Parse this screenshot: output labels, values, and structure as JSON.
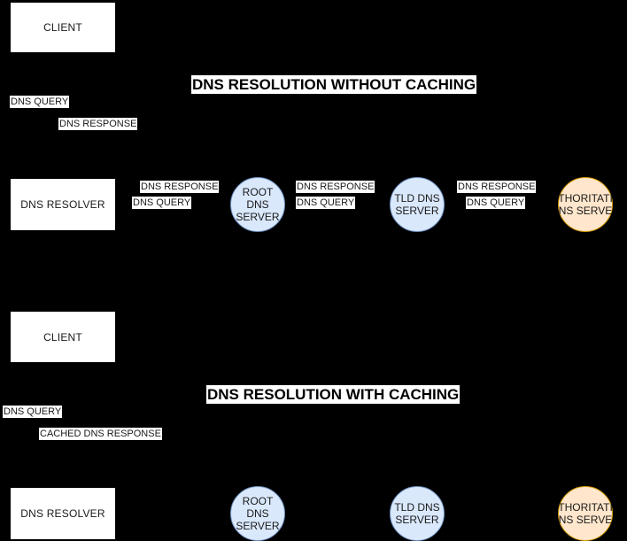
{
  "diagram": {
    "title_top": "DNS RESOLUTION WITHOUT CACHING",
    "title_bottom": "DNS RESOLUTION WITH CACHING",
    "colors": {
      "background": "#000000",
      "node_fill": "#ffffff",
      "node_stroke": "#000000",
      "server_fill": "#dae8fc",
      "server_stroke": "#6c8ebf",
      "authoritative_fill": "#ffe6cc",
      "authoritative_stroke": "#d79b00",
      "label_fill": "#ffffff",
      "text": "#1a1a1a"
    }
  },
  "section_without_caching": {
    "client_label": "CLIENT",
    "resolver_label": "DNS RESOLVER",
    "client_to_resolver": {
      "query_label": "DNS QUERY",
      "response_label": "DNS RESPONSE"
    },
    "servers": [
      {
        "name": "root-dns-server",
        "lines": [
          "ROOT",
          "DNS",
          "SERVER"
        ],
        "type": "blue"
      },
      {
        "name": "tld-dns-server",
        "lines": [
          "TLD DNS",
          "SERVER"
        ],
        "type": "blue"
      },
      {
        "name": "authoritative-dns-server",
        "lines": [
          "THORITATI",
          "NS SERVE"
        ],
        "type": "orange"
      }
    ],
    "hops": [
      {
        "response_label": "DNS RESPONSE",
        "query_label": "DNS QUERY"
      },
      {
        "response_label": "DNS RESPONSE",
        "query_label": "DNS QUERY"
      },
      {
        "response_label": "DNS RESPONSE",
        "query_label": "DNS QUERY"
      }
    ]
  },
  "section_with_caching": {
    "client_label": "CLIENT",
    "resolver_label": "DNS RESOLVER",
    "client_to_resolver": {
      "query_label": "DNS QUERY",
      "response_label": "CACHED DNS RESPONSE"
    },
    "servers": [
      {
        "name": "root-dns-server",
        "lines": [
          "ROOT",
          "DNS",
          "SERVER"
        ],
        "type": "blue"
      },
      {
        "name": "tld-dns-server",
        "lines": [
          "TLD DNS",
          "SERVER"
        ],
        "type": "blue"
      },
      {
        "name": "authoritative-dns-server",
        "lines": [
          "THORITATI",
          "NS SERVE"
        ],
        "type": "orange"
      }
    ]
  }
}
